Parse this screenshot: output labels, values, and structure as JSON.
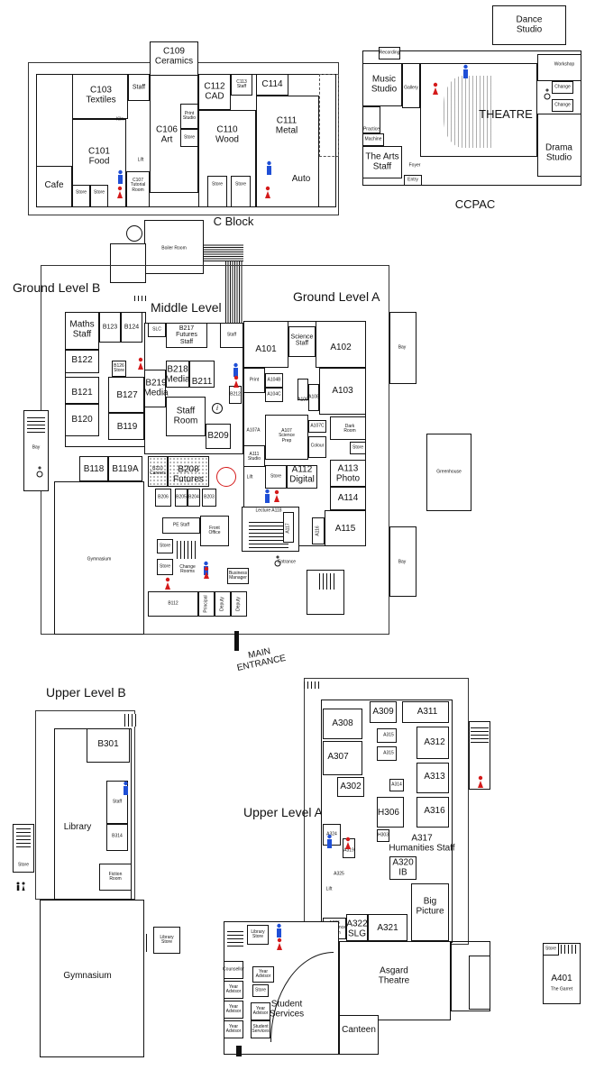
{
  "c_block": {
    "label": "C Block",
    "rooms": {
      "c109": "C109\nCeramics",
      "c103": "C103\nTextiles",
      "staff": "Staff",
      "c112": "C112\nCAD",
      "c113": "C113\nStaff",
      "c114": "C114",
      "c106": "C106\nArt",
      "print_studio": "Print\nStudio",
      "c110": "C110\nWood",
      "c111": "C111\nMetal",
      "c101": "C101\nFood",
      "kiln": "Kiln",
      "store": "Store",
      "cafe": "Cafe",
      "c107": "C107\nTutorial\nRoom",
      "auto": "Auto",
      "lift": "Lift"
    }
  },
  "ccpac": {
    "label": "CCPAC",
    "rooms": {
      "dance": "Dance\nStudio",
      "music": "Music\nStudio",
      "recording": "Recording",
      "practice": "Practice",
      "gallery": "Gallery",
      "theatre": "THEATRE",
      "workshop": "Workshop",
      "change": "Change",
      "drama": "Drama\nStudio",
      "machine": "Machine",
      "arts_staff": "The Arts\nStaff",
      "foyer": "Foyer",
      "entry": "Entry"
    }
  },
  "ground_b": {
    "label": "Ground Level B",
    "rooms": {
      "boiler": "Boiler Room",
      "maths": "Maths\nStaff",
      "b123": "B123",
      "b124": "B124",
      "b122": "B122",
      "b126": "B126\nStore",
      "b121": "B121",
      "b127": "B127",
      "b120": "B120",
      "b119": "B119",
      "bay": "Bay",
      "b118": "B118",
      "b119a": "B119A",
      "gym": "Gymnasium",
      "pe_staff": "PE Staff",
      "store": "Store",
      "change_rooms": "Change\nRooms",
      "b112": "B112"
    }
  },
  "middle": {
    "label": "Middle Level",
    "rooms": {
      "slc": "SLC",
      "b217": "B217\nFutures\nStaff",
      "b218": "B218\nMedia",
      "b219": "B219\nMedia",
      "b211": "B211",
      "staff_room": "Staff\nRoom",
      "b209": "B209",
      "b212": "B212",
      "b210": "B210\nCareers",
      "b208": "B208\nFutures",
      "b206": "B206",
      "b205": "B205",
      "b204": "B204",
      "b203": "B203",
      "front_office": "Front\nOffice",
      "business": "Business\nManager",
      "principal": "Principal",
      "deputy1": "Deputy",
      "deputy2": "Deputy",
      "main_entrance": "MAIN\nENTRANCE",
      "info": "i"
    }
  },
  "ground_a": {
    "label": "Ground Level A",
    "rooms": {
      "staff": "Staff",
      "a101": "A101",
      "science": "Science\nStaff",
      "a102": "A102",
      "print": "Print",
      "a104b": "A104B",
      "a104c": "A104C",
      "a106": "A106",
      "a108": "A108",
      "a103": "A103",
      "a107a": "A107A",
      "a107": "A107\nScience\nPrep",
      "a107c": "A107C",
      "dark": "Dark\nRoom",
      "colour": "Colour",
      "store": "Store",
      "a111": "A111\nStudio",
      "lift": "Lift",
      "a112": "A112\nDigital",
      "a113": "A113\nPhoto",
      "a114": "A114",
      "lecture": "Lecture A118",
      "a117": "A117",
      "a116": "A116",
      "a115": "A115",
      "entrance": "Entrance",
      "greenhouse": "Greenhouse",
      "bay1": "Bay",
      "bay2": "Bay"
    }
  },
  "upper_b": {
    "label": "Upper Level B",
    "rooms": {
      "b301": "B301",
      "staff": "Staff",
      "library": "Library",
      "b314": "B314",
      "fiction": "Fiction\nRoom",
      "store": "Store",
      "library_store": "Library\nStore",
      "gym": "Gymnasium"
    }
  },
  "upper_a": {
    "label": "Upper Level A",
    "rooms": {
      "a309": "A309",
      "a311": "A311",
      "a308": "A308",
      "a315a": "A315",
      "a312": "A312",
      "a307": "A307",
      "a315b": "A315",
      "a313": "A313",
      "a302": "A302",
      "a314": "A314",
      "h306": "H306",
      "a316": "A316",
      "h303": "H303",
      "a317": "A317\nHumanities Staff",
      "a324": "A324",
      "a319": "A319",
      "a320": "A320\nIB",
      "a325": "A325",
      "lift": "Lift",
      "big_picture": "Big\nPicture",
      "a326": "A326\nConference\nRoom",
      "a322": "A322\nSLG",
      "a321": "A321",
      "library_store": "Library\nStore",
      "year_adv": "Year\nAdvisor",
      "counsellor": "Counsellor",
      "store": "Store",
      "student_services": "Student\nServices",
      "asgard": "Asgard\nTheatre",
      "canteen": "Canteen"
    }
  },
  "garret": {
    "store": "Store",
    "a401": "A401",
    "sub": "The Garret"
  },
  "colors": {
    "line": "#111111",
    "male": "#1f4fd6",
    "female": "#d41a1a",
    "lift_circle": "#d41a1a"
  }
}
